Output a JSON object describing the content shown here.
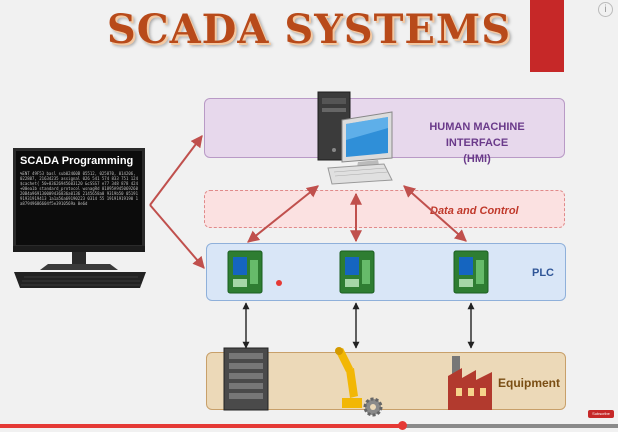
{
  "title": "SCADA SYSTEMS",
  "hmi": {
    "label_line1": "HUMAN MACHINE INTERFACE",
    "label_line2": "(HMI)"
  },
  "data_control": {
    "label": "Data and Control"
  },
  "plc": {
    "label": "PLC"
  },
  "equipment": {
    "label": "Equipment"
  },
  "monitor": {
    "title": "SCADA Programming",
    "code": "%ENT 49F53 basl sub02460B 05512, 025870, 014206, 022807, 21634235 assignal 026 541 574 833 751 124 $cachet{ 50+83626945603120 &cSSS7 e77 348 878 424 +00ea1b standard_protocol wsnagRd 01895A94506926020B4a969130009436836a0136 2145658a0 9319b50 0519191931919413 1a1a56a69190223 0314 55 19191919190 1a87949686604f5e3910569a 0e6d"
  },
  "badge": "Subscribe",
  "progress": 0.65,
  "colors": {
    "title": "#b84a1a",
    "arrow": "#c0504d",
    "accent": "#c62828"
  }
}
